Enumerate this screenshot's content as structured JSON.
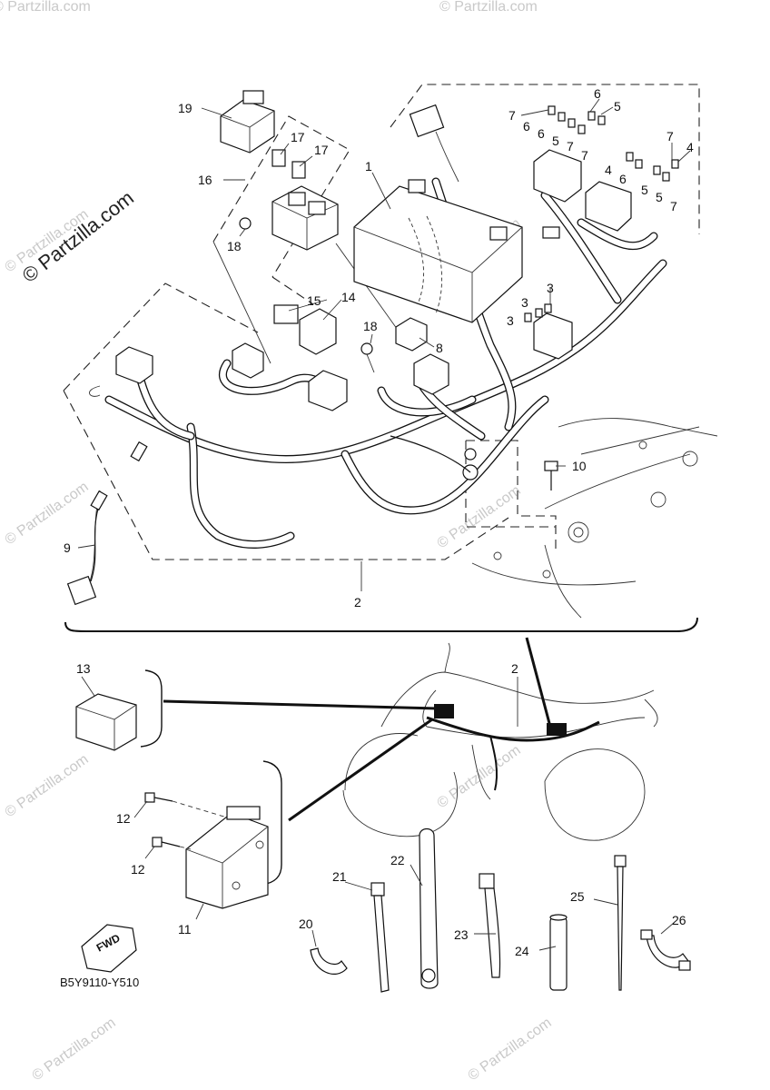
{
  "watermark": {
    "brand": "© Partzilla.com",
    "repeat_text": "© Partzilla.com"
  },
  "diagram_code": "B5Y9110-Y510",
  "fwd_label": "FWD",
  "callouts": {
    "c1": "1",
    "c2": "2",
    "c2b": "2",
    "c3a": "3",
    "c3b": "3",
    "c3c": "3",
    "c4a": "4",
    "c4b": "4",
    "c5a": "5",
    "c5b": "5",
    "c5c": "5",
    "c5d": "5",
    "c6a": "6",
    "c6b": "6",
    "c6c": "6",
    "c6d": "6",
    "c7a": "7",
    "c7b": "7",
    "c7c": "7",
    "c7d": "7",
    "c7e": "7",
    "c8": "8",
    "c9": "9",
    "c10": "10",
    "c11": "11",
    "c12a": "12",
    "c12b": "12",
    "c13": "13",
    "c14": "14",
    "c15": "15",
    "c16": "16",
    "c17a": "17",
    "c17b": "17",
    "c18a": "18",
    "c18b": "18",
    "c19": "19",
    "c20": "20",
    "c21": "21",
    "c22": "22",
    "c23": "23",
    "c24": "24",
    "c25": "25",
    "c26": "26"
  }
}
